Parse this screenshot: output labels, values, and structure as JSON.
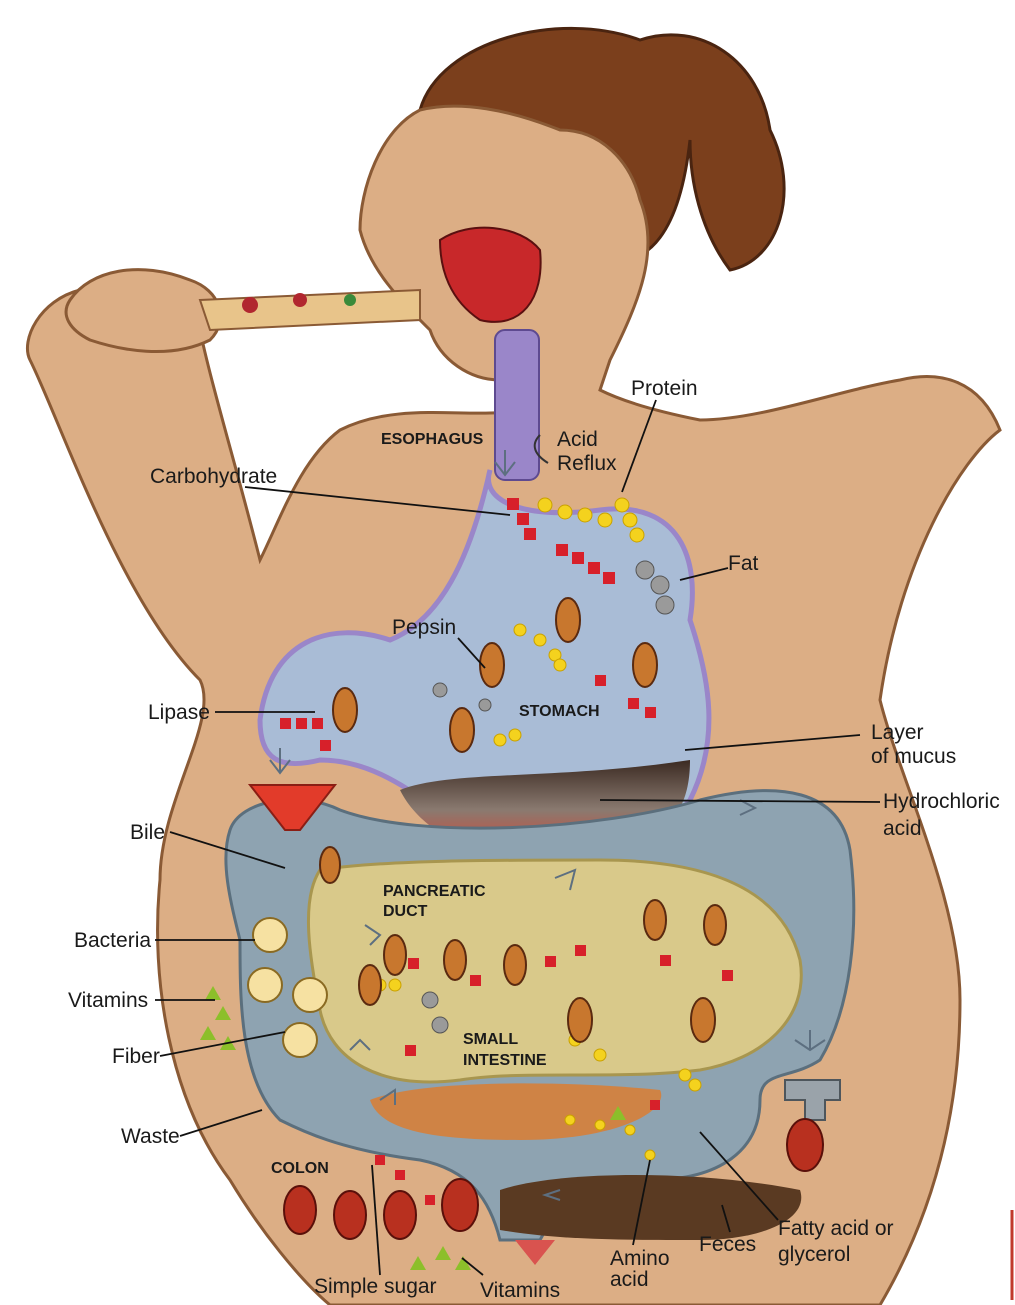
{
  "organs": {
    "esophagus": "ESOPHAGUS",
    "stomach": "STOMACH",
    "pancreatic_duct_1": "PANCREATIC",
    "pancreatic_duct_2": "DUCT",
    "small_intestine_1": "SMALL",
    "small_intestine_2": "INTESTINE",
    "colon": "COLON"
  },
  "labels": {
    "protein": "Protein",
    "acid_reflux_1": "Acid",
    "acid_reflux_2": "Reflux",
    "carbohydrate": "Carbohydrate",
    "fat": "Fat",
    "pepsin": "Pepsin",
    "lipase": "Lipase",
    "layer_of_mucus_1": "Layer",
    "layer_of_mucus_2": "of mucus",
    "hydrochloric_acid_1": "Hydrochloric",
    "hydrochloric_acid_2": "acid",
    "bile": "Bile",
    "bacteria": "Bacteria",
    "vitamins_left": "Vitamins",
    "fiber": "Fiber",
    "waste": "Waste",
    "simple_sugar": "Simple sugar",
    "vitamins_bottom": "Vitamins",
    "amino_acid_1": "Amino",
    "amino_acid_2": "acid",
    "feces": "Feces",
    "fatty_acid_1": "Fatty acid or",
    "fatty_acid_2": "glycerol"
  },
  "colors": {
    "skin": "#dcae85",
    "skin_outline": "#8a5a35",
    "hair": "#7b3f1c",
    "stomach_fill": "#a9bcd6",
    "stomach_outline": "#9a86c9",
    "colon_fill": "#8ea3b1",
    "small_intestine_fill": "#d9c98a",
    "acid_red": "#e23b2a",
    "carbohydrate_red": "#d7202a",
    "protein_yellow": "#f4d21e",
    "feces_brown": "#5a3a22",
    "enzyme_orange": "#c8772e",
    "bacteria_red": "#b8301f",
    "vitamin_green": "#8cbf2a"
  }
}
